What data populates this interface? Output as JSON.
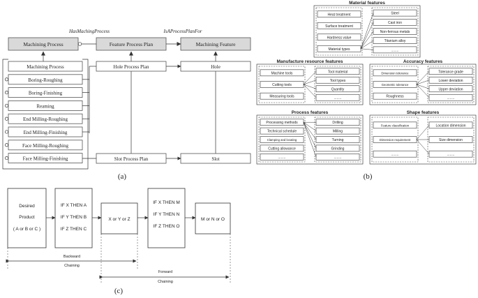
{
  "panel_a": {
    "caption": "(a)",
    "rel_has_machining_process": "HasMachingProcess",
    "rel_is_process_plan_for": "IsAProcessPlanFor",
    "header_machining_process": "Machining Process",
    "header_feature_process_plan": "Feature Process Plan",
    "header_machining_feature": "Machining Feature",
    "processes": [
      "Machining Process",
      "Boring-Roughing",
      "Boring-Finishing",
      "Reaming",
      "End Milling-Roughing",
      "End Milling-Finishing",
      "Face Milling-Roughing",
      "Face Milling-Finishing"
    ],
    "hole_process_plan": "Hole Process Plan",
    "slot_process_plan": "Slot Process Plan",
    "hole": "Hole",
    "slot": "Slot"
  },
  "panel_b": {
    "caption": "(b)",
    "material": {
      "title": "Material features",
      "left": [
        "Heat treatment",
        "Surface treatment",
        "Hardness value",
        "Material types"
      ],
      "right": [
        "Steel",
        "Cast iron",
        "Non-ferrous metals",
        "Titanium alloy",
        "........"
      ]
    },
    "manufacture": {
      "title": "Manufacture resource features",
      "left": [
        "Machine tools",
        "Cutting tools",
        "Measuring tools"
      ],
      "right": [
        "Tool material",
        "Tool types",
        "Quantity",
        "........"
      ]
    },
    "accuracy": {
      "title": "Accuracy features",
      "left": [
        "Dimension tolerance",
        "Geometric tolerance",
        "Roughness"
      ],
      "right": [
        "Tolerance grade",
        "Lower deviation",
        "Upper deviation",
        "........"
      ]
    },
    "process": {
      "title": "Process features",
      "left": [
        "Processing methods",
        "Technical schedule",
        "Clamping and locating",
        "Cutting allowance",
        "........"
      ],
      "right": [
        "Drilling",
        "Milling",
        "Turning",
        "Grinding",
        "........"
      ]
    },
    "shape": {
      "title": "Shape features",
      "left": [
        "Feature classification",
        "Dimension requirement",
        "........"
      ],
      "right": [
        "Location dimension",
        "Size dimension",
        "........"
      ]
    }
  },
  "panel_c": {
    "caption": "(c)",
    "desired_line1": "Desired",
    "desired_line2": "Product",
    "desired_line3": "( A or B or C )",
    "rules1": [
      "IF X THEN A",
      "IF Y THEN B",
      "IF Z THEN C"
    ],
    "xyz": "X or Y or Z",
    "rules2": [
      "IF X THEN M",
      "IF Y THEN N",
      "IF Z THEN O"
    ],
    "mno": "M or N or O",
    "backward": "Backward",
    "backward_chaining": "Chaining",
    "forward": "Forward",
    "forward_chaining": "Chaining"
  }
}
